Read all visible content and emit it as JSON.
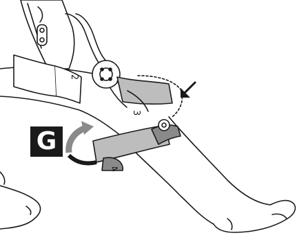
{
  "step_badge": {
    "letter": "G"
  },
  "strap_numbers": {
    "thigh_strap": "2",
    "shin_strap_upper": "3",
    "shin_strap_lower": "4"
  },
  "icons": {
    "press_arrow": "arrow-down-left",
    "rotate_arrow": "curved-rotate-arrow"
  },
  "colors": {
    "strap_grey": "#bdbdbd",
    "strap_dark": "#8a8a8a",
    "outline": "#1a1a1a",
    "badge": "#1a1a1a"
  }
}
